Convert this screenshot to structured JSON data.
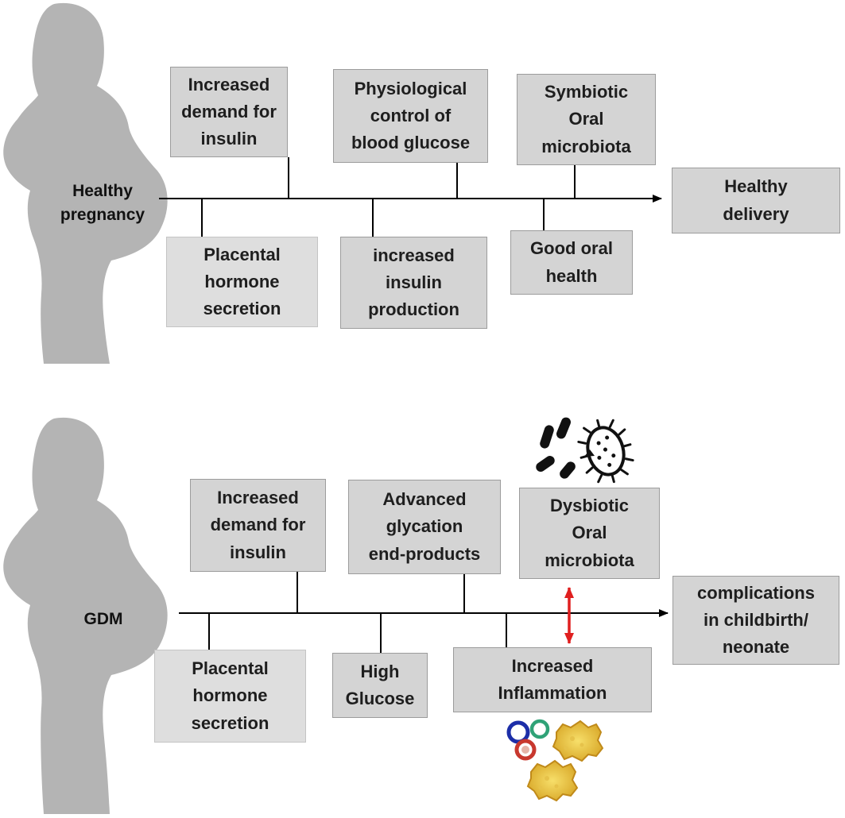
{
  "colors": {
    "box_fill": "#d4d4d4",
    "silhouette": "#b4b4b4",
    "line": "#000000",
    "double_arrow": "#e01f1f"
  },
  "healthy": {
    "label": "Healthy\npregnancy",
    "top_boxes": [
      "Increased\ndemand for\ninsulin",
      "Physiological\ncontrol of\nblood glucose",
      "Symbiotic\nOral\nmicrobiota"
    ],
    "bottom_boxes": [
      "Placental\nhormone\nsecretion",
      "increased\ninsulin\nproduction",
      "Good oral\nhealth"
    ],
    "outcome": "Healthy\ndelivery"
  },
  "gdm": {
    "label": "GDM",
    "top_boxes": [
      "Increased\ndemand for\ninsulin",
      "Advanced\nglycation\nend-products",
      "Dysbiotic\nOral\nmicrobiota"
    ],
    "bottom_boxes": [
      "Placental\nhormone\nsecretion",
      "High\nGlucose",
      "Increased\nInflammation"
    ],
    "outcome": "complications\nin childbirth/\nneonate"
  },
  "icons": {
    "bacteria": "bacteria-icon",
    "immune_cells": "immune-cells-icon",
    "silhouette": "pregnant-woman-silhouette-icon"
  }
}
